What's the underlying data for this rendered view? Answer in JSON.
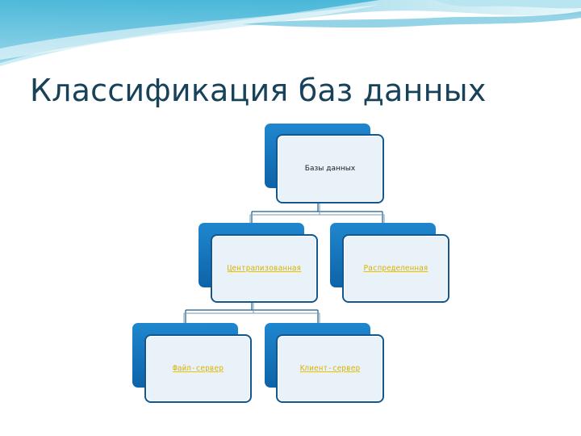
{
  "slide": {
    "title": "Классификация баз данных"
  },
  "diagram": {
    "root": {
      "label": "Базы данных"
    },
    "level1": [
      {
        "label": "Централизованная"
      },
      {
        "label": "Распределенная"
      }
    ],
    "level2": [
      {
        "label": "Файл-сервер"
      },
      {
        "label": "Клиент-сервер"
      }
    ]
  }
}
